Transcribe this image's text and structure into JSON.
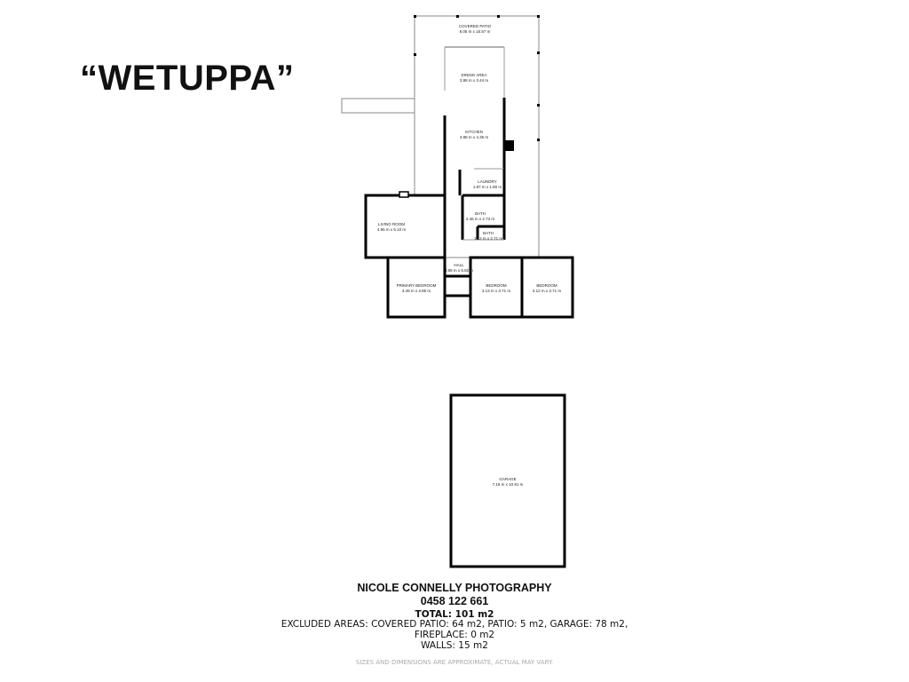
{
  "title": "“WETUPPA”",
  "rooms": {
    "covered_patio": {
      "name": "COVERED PATIO",
      "size": "8.05 m x 15.57 m"
    },
    "dining": {
      "name": "DINING AREA",
      "size": "3.88 m x 3.44 m"
    },
    "kitchen": {
      "name": "KITCHEN",
      "size": "3.88 m x 4.35 m"
    },
    "laundry": {
      "name": "LAUNDRY",
      "size": "1.87 m x 1.80 m"
    },
    "bath1": {
      "name": "BATH",
      "size": "2.46 m x 2.73 m"
    },
    "bath2": {
      "name": "BATH",
      "size": "1.12 m x 2.71 m"
    },
    "living": {
      "name": "LIVING ROOM",
      "size": "4.95 m x 6.10 m"
    },
    "hall": {
      "name": "HALL",
      "size": "3.88 m x 5.82 m"
    },
    "primary": {
      "name": "PRIMARY BEDROOM",
      "size": "3.49 m x 3.85 m"
    },
    "bedroom1": {
      "name": "BEDROOM",
      "size": "3.13 m x 3.71 m"
    },
    "bedroom2": {
      "name": "BEDROOM",
      "size": "3.12 m x 3.71 m"
    },
    "garage": {
      "name": "GARAGE",
      "size": "7.18 m x 10.91 m"
    }
  },
  "footer": {
    "company": "NICOLE CONNELLY PHOTOGRAPHY",
    "phone": "0458 122 661",
    "total": "TOTAL: 101 m2",
    "excluded": "EXCLUDED AREAS: COVERED PATIO: 64 m2, PATIO: 5 m2, GARAGE: 78 m2,",
    "fireplace": "FIREPLACE: 0 m2",
    "walls": "WALLS: 15 m2",
    "disclaimer": "SIZES AND DIMENSIONS ARE APPROXIMATE, ACTUAL MAY VARY."
  }
}
